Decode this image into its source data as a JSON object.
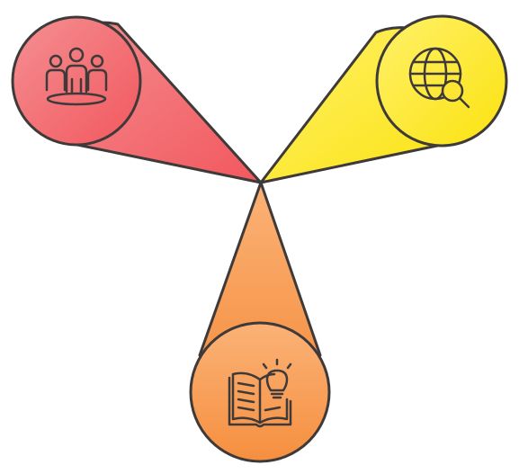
{
  "diagram": {
    "type": "three-pin radial diagram",
    "outline_color": "#3f3a3a",
    "icon_color": "#3f3a3a",
    "segments": [
      {
        "id": "team",
        "icon": "people-group-icon",
        "color_light": "#f48f92",
        "color_dark": "#f2585e"
      },
      {
        "id": "global-search",
        "icon": "globe-search-icon",
        "color_light": "#fff16a",
        "color_dark": "#fbe20f"
      },
      {
        "id": "knowledge",
        "icon": "open-book-lightbulb-icon",
        "color_light": "#fbb277",
        "color_dark": "#f58f3f"
      }
    ]
  }
}
